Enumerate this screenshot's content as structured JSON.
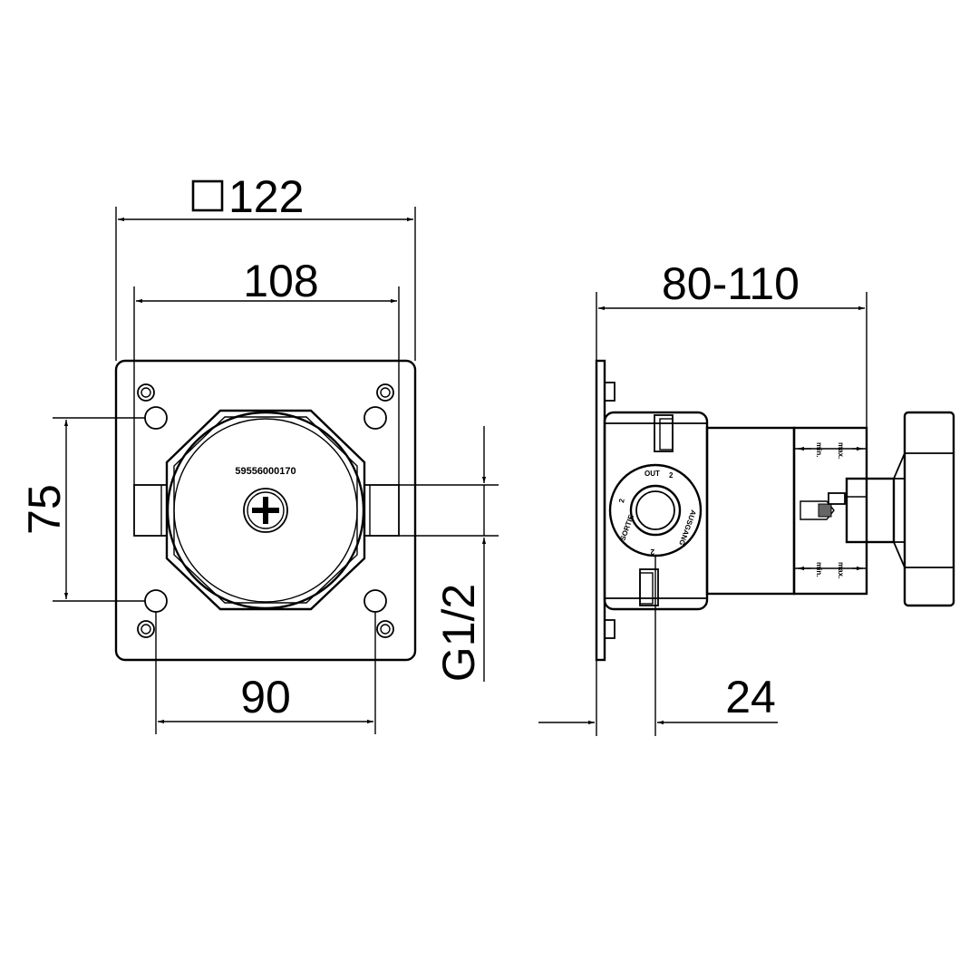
{
  "dimensions": {
    "square": "□122",
    "width_inner": "108",
    "height_holes": "75",
    "bottom_holes": "90",
    "thread": "G1/2",
    "depth": "80-110",
    "offset": "24"
  },
  "labels": {
    "part_number": "59556000170",
    "out": "OUT",
    "out_num": "2",
    "sortie": "SORTIE",
    "sortie_num": "2",
    "ausgang": "AUSGANG",
    "ausgang_num": "2",
    "min": "min.",
    "max": "max."
  },
  "colors": {
    "line": "#000000",
    "background": "#ffffff"
  }
}
